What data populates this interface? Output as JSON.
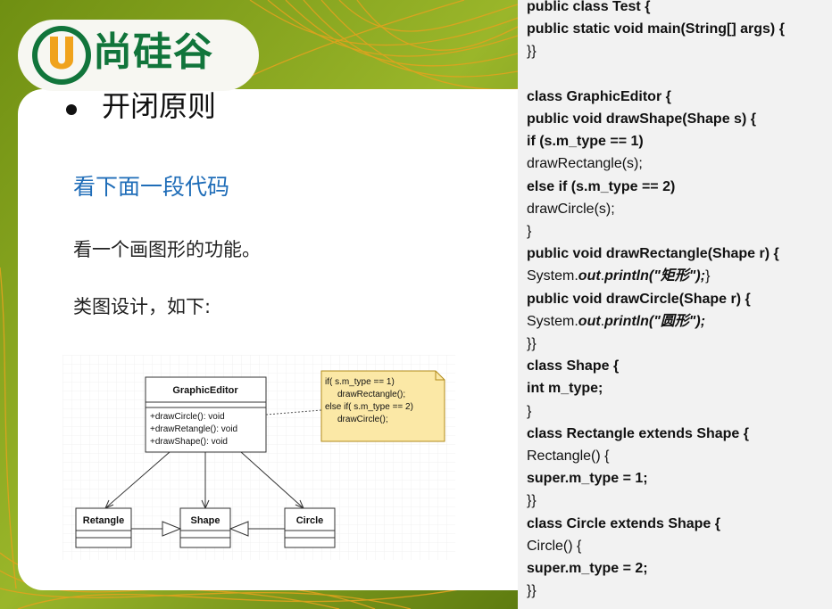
{
  "slide": {
    "logo_text": "尚硅谷",
    "logo_letter": "U",
    "title": "开闭原则",
    "subtitle": "看下面一段代码",
    "line1": "看一个画图形的功能。",
    "line2": "类图设计，如下:",
    "diagram": {
      "editor": {
        "name": "GraphicEditor",
        "methods": [
          "+drawCircle(): void",
          "+drawRetangle(): void",
          "+drawShape(): void"
        ]
      },
      "note": [
        "if( s.m_type == 1)",
        "drawRectangle();",
        "else if( s.m_type == 2)",
        "drawCircle();"
      ],
      "classes": [
        "Retangle",
        "Shape",
        "Circle"
      ]
    }
  },
  "code": {
    "lines": [
      [
        {
          "t": "public class Test {",
          "s": "b"
        }
      ],
      [
        {
          "t": "public static void main(String[] args) {",
          "s": "b"
        }
      ],
      [
        {
          "t": "}}",
          "s": "n"
        }
      ],
      [
        {
          "t": "",
          "s": "n"
        }
      ],
      [
        {
          "t": "class GraphicEditor {",
          "s": "b"
        }
      ],
      [
        {
          "t": "public void drawShape(Shape s) {",
          "s": "b"
        }
      ],
      [
        {
          "t": "if (s.m_type == 1)",
          "s": "b"
        }
      ],
      [
        {
          "t": "drawRectangle(s);",
          "s": "n"
        }
      ],
      [
        {
          "t": "else if (s.m_type == 2)",
          "s": "b"
        }
      ],
      [
        {
          "t": "drawCircle(s);",
          "s": "n"
        }
      ],
      [
        {
          "t": "}",
          "s": "n"
        }
      ],
      [
        {
          "t": "public void drawRectangle(Shape r) {",
          "s": "b"
        }
      ],
      [
        {
          "t": "System.",
          "s": "n"
        },
        {
          "t": "out",
          "s": "bi"
        },
        {
          "t": ".",
          "s": "n"
        },
        {
          "t": "println(\"矩形\");",
          "s": "bi"
        },
        {
          "t": "}",
          "s": "n"
        }
      ],
      [
        {
          "t": "public void drawCircle(Shape r) {",
          "s": "b"
        }
      ],
      [
        {
          "t": "System.",
          "s": "n"
        },
        {
          "t": "out",
          "s": "bi"
        },
        {
          "t": ".",
          "s": "n"
        },
        {
          "t": "println(\"圆形\");",
          "s": "bi"
        }
      ],
      [
        {
          "t": "}}",
          "s": "n"
        }
      ],
      [
        {
          "t": "class Shape {",
          "s": "b"
        }
      ],
      [
        {
          "t": "int m_type;",
          "s": "b"
        }
      ],
      [
        {
          "t": "}",
          "s": "n"
        }
      ],
      [
        {
          "t": "class Rectangle extends Shape {",
          "s": "b"
        }
      ],
      [
        {
          "t": "Rectangle() {",
          "s": "n"
        }
      ],
      [
        {
          "t": "super.m_type = 1;",
          "s": "b"
        }
      ],
      [
        {
          "t": "}}",
          "s": "n"
        }
      ],
      [
        {
          "t": "class Circle extends Shape {",
          "s": "b"
        }
      ],
      [
        {
          "t": "Circle() {",
          "s": "n"
        }
      ],
      [
        {
          "t": "super.m_type = 2;",
          "s": "b"
        }
      ],
      [
        {
          "t": "}}",
          "s": "n"
        }
      ]
    ]
  },
  "colors": {
    "brand_green": "#11753b",
    "subtitle_blue": "#1f6db8",
    "note_yellow": "#fbe8a6",
    "code_bg": "#f2f2f2"
  }
}
